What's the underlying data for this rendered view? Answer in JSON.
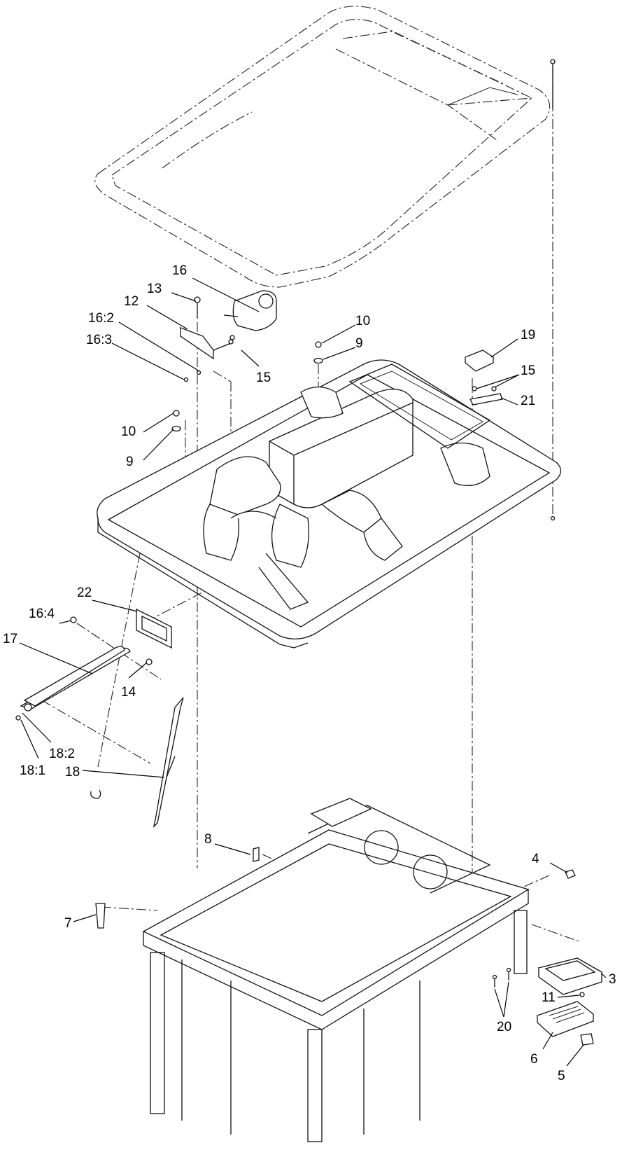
{
  "callouts": [
    {
      "id": "c16",
      "text": "16"
    },
    {
      "id": "c13",
      "text": "13"
    },
    {
      "id": "c12",
      "text": "12"
    },
    {
      "id": "c16_2",
      "text": "16:2"
    },
    {
      "id": "c16_3",
      "text": "16:3"
    },
    {
      "id": "c15a",
      "text": "15"
    },
    {
      "id": "c10a",
      "text": "10"
    },
    {
      "id": "c9a",
      "text": "9"
    },
    {
      "id": "c19",
      "text": "19"
    },
    {
      "id": "c15b",
      "text": "15"
    },
    {
      "id": "c21",
      "text": "21"
    },
    {
      "id": "c10b",
      "text": "10"
    },
    {
      "id": "c9b",
      "text": "9"
    },
    {
      "id": "c22",
      "text": "22"
    },
    {
      "id": "c16_4",
      "text": "16:4"
    },
    {
      "id": "c17",
      "text": "17"
    },
    {
      "id": "c14",
      "text": "14"
    },
    {
      "id": "c18_2",
      "text": "18:2"
    },
    {
      "id": "c18_1",
      "text": "18:1"
    },
    {
      "id": "c18",
      "text": "18"
    },
    {
      "id": "c8",
      "text": "8"
    },
    {
      "id": "c4",
      "text": "4"
    },
    {
      "id": "c7",
      "text": "7"
    },
    {
      "id": "c3",
      "text": "3"
    },
    {
      "id": "c11",
      "text": "11"
    },
    {
      "id": "c20",
      "text": "20"
    },
    {
      "id": "c6",
      "text": "6"
    },
    {
      "id": "c5",
      "text": "5"
    }
  ]
}
